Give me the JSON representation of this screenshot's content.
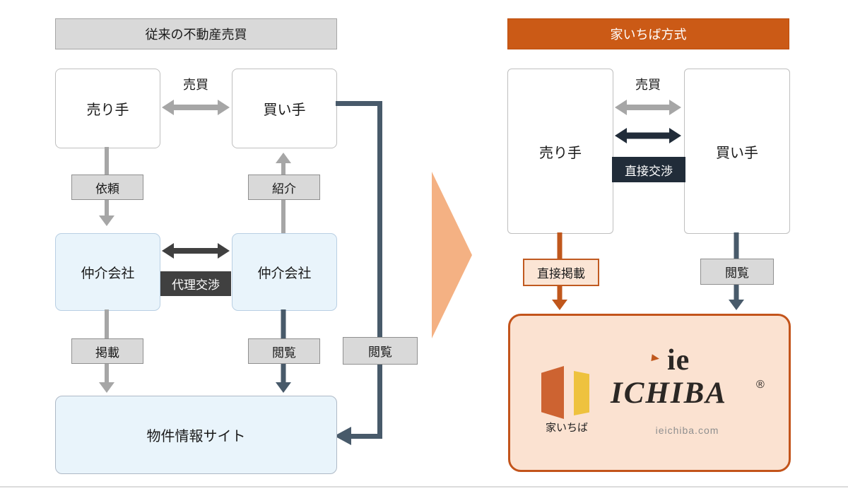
{
  "left": {
    "title": "従来の不動産売買",
    "seller": "売り手",
    "buyer": "買い手",
    "trade_label": "売買",
    "request_label": "依頼",
    "referral_label": "紹介",
    "broker_left": "仲介会社",
    "broker_right": "仲介会社",
    "proxy_negotiation_label": "代理交渉",
    "post_label": "掲載",
    "view_label": "閲覧",
    "buyer_view_label": "閲覧",
    "site": "物件情報サイト"
  },
  "right": {
    "title": "家いちば方式",
    "seller": "売り手",
    "buyer": "買い手",
    "trade_label": "売買",
    "direct_negotiation_label": "直接交渉",
    "direct_post_label": "直接掲載",
    "view_label": "閲覧",
    "logo": {
      "door_caption": "家いちば",
      "brand_top": "ie",
      "brand_main": "ICHIBA",
      "registered_mark": "®",
      "domain": "ieichiba.com"
    }
  },
  "colors": {
    "left_title_bg": "#d9d9d9",
    "right_title_bg": "#cb5a16",
    "light_blue_bg": "#e9f4fb",
    "gray_arrow": "#a6a6a6",
    "dark_gray_arrow": "#404040",
    "slate_arrow": "#485a6a",
    "navy_label_bg": "#212c39",
    "orange_arrow": "#c0571c",
    "transition_arrow": "#f4b183",
    "logo_box_bg": "#fbe2d1",
    "logo_box_border": "#c3541b",
    "door_orange": "#cd6331",
    "door_yellow": "#eec23e"
  }
}
